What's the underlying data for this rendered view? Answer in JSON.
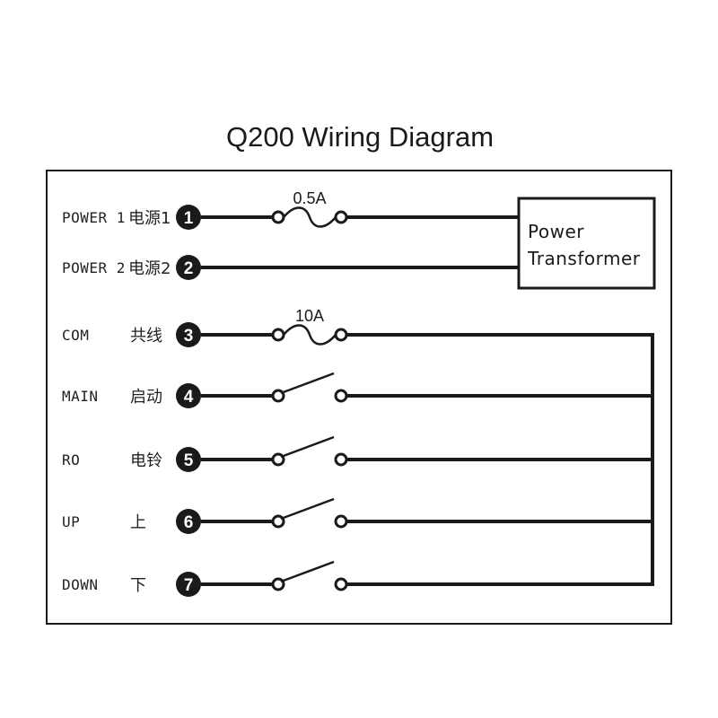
{
  "title": "Q200 Wiring Diagram",
  "transformer": {
    "line1": "Power",
    "line2": "Transformer"
  },
  "terminals": [
    {
      "num": "1",
      "en": "POWER 1",
      "cn": "电源1",
      "element": "fuse",
      "rating": "0.5A"
    },
    {
      "num": "2",
      "en": "POWER 2",
      "cn": "电源2",
      "element": "none",
      "rating": ""
    },
    {
      "num": "3",
      "en": "COM",
      "cn": "共线",
      "element": "fuse",
      "rating": "10A"
    },
    {
      "num": "4",
      "en": "MAIN",
      "cn": "启动",
      "element": "switch",
      "rating": ""
    },
    {
      "num": "5",
      "en": "RO",
      "cn": "电铃",
      "element": "switch",
      "rating": ""
    },
    {
      "num": "6",
      "en": "UP",
      "cn": "上",
      "element": "switch",
      "rating": ""
    },
    {
      "num": "7",
      "en": "DOWN",
      "cn": "下",
      "element": "switch",
      "rating": ""
    }
  ]
}
